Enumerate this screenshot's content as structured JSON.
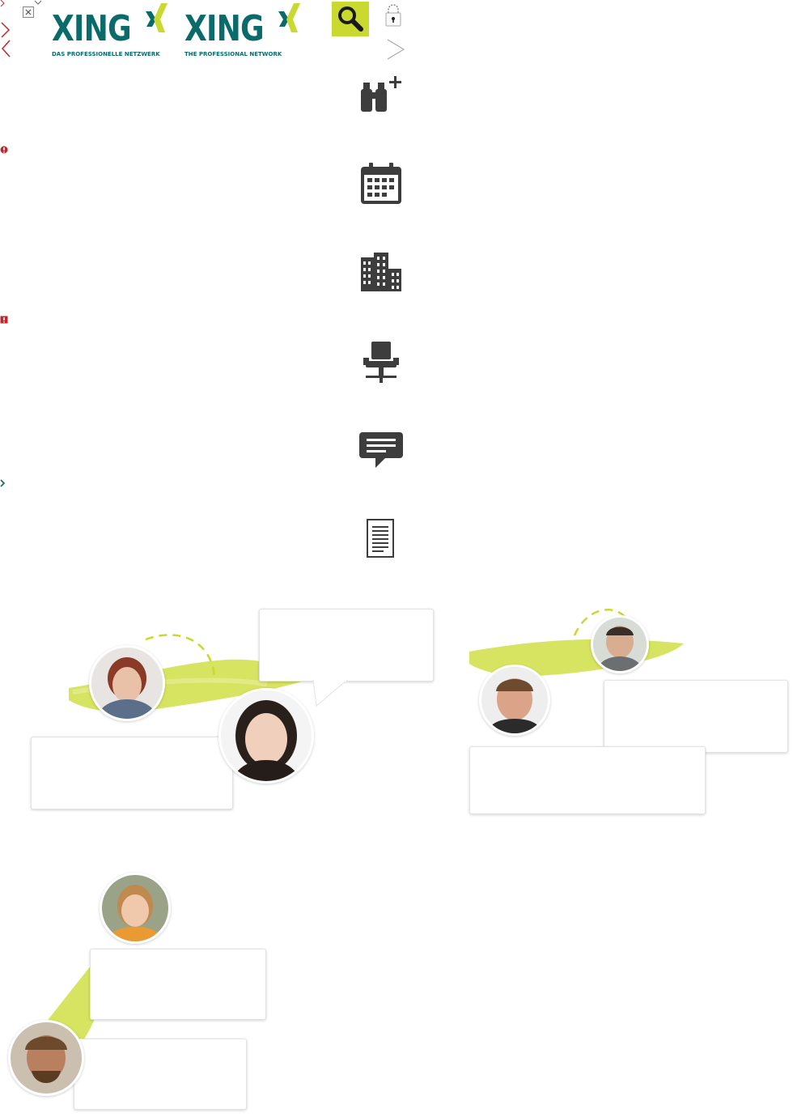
{
  "logos": [
    {
      "word": "XING",
      "tagline": "DAS PROFESSIONELLE NETZWERK"
    },
    {
      "word": "XING",
      "tagline": "THE PROFESSIONAL NETWORK"
    }
  ],
  "colors": {
    "brand_teal": "#0b6b6b",
    "brand_lime": "#c9d930",
    "icon_dark": "#3d3d3d",
    "error_red": "#c0272d"
  },
  "sprite_icons": [
    "arrow-left-red-icon",
    "arrow-left-red-icon",
    "close-small-icon",
    "chevron-icon",
    "search-icon",
    "lock-icon",
    "arrow-right-outline-icon",
    "binoculars-plus-icon",
    "calendar-icon",
    "buildings-icon",
    "office-chair-icon",
    "speech-bubble-icon",
    "document-icon",
    "error-circle-icon",
    "error-square-icon",
    "arrow-right-small-icon"
  ],
  "illustrations": [
    {
      "name": "network-group-1",
      "people": 2
    },
    {
      "name": "network-group-2",
      "people": 2
    },
    {
      "name": "network-group-3",
      "people": 2
    }
  ]
}
